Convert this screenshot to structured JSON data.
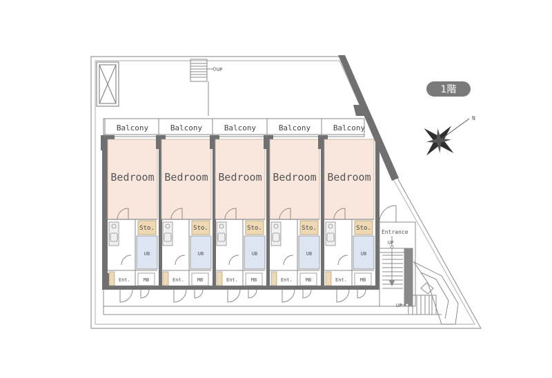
{
  "floor_label": "1階",
  "compass_label": "N",
  "entrance_label": "Entrance",
  "up_label": "UP",
  "units": [
    {
      "balcony": "Balcony",
      "bedroom": "Bedroom",
      "storage": "Sto.",
      "bath": "UB",
      "meter": "MB",
      "entry": "Ent."
    },
    {
      "balcony": "Balcony",
      "bedroom": "Bedroom",
      "storage": "Sto.",
      "bath": "UB",
      "meter": "MB",
      "entry": "Ent."
    },
    {
      "balcony": "Balcony",
      "bedroom": "Bedroom",
      "storage": "Sto.",
      "bath": "UB",
      "meter": "MB",
      "entry": "Ent."
    },
    {
      "balcony": "Balcony",
      "bedroom": "Bedroom",
      "storage": "Sto.",
      "bath": "UB",
      "meter": "MB",
      "entry": "Ent."
    },
    {
      "balcony": "Balcony",
      "bedroom": "Bedroom",
      "storage": "Sto.",
      "bath": "UB",
      "meter": "MB",
      "entry": "Ent."
    }
  ],
  "colors": {
    "wall": "#707070",
    "line": "#8a8a8a",
    "bedroom_fill": "#f9e6dc",
    "storage_fill": "#efd9b4",
    "bath_fill": "#dde4f2",
    "badge": "#7a7a7a"
  }
}
